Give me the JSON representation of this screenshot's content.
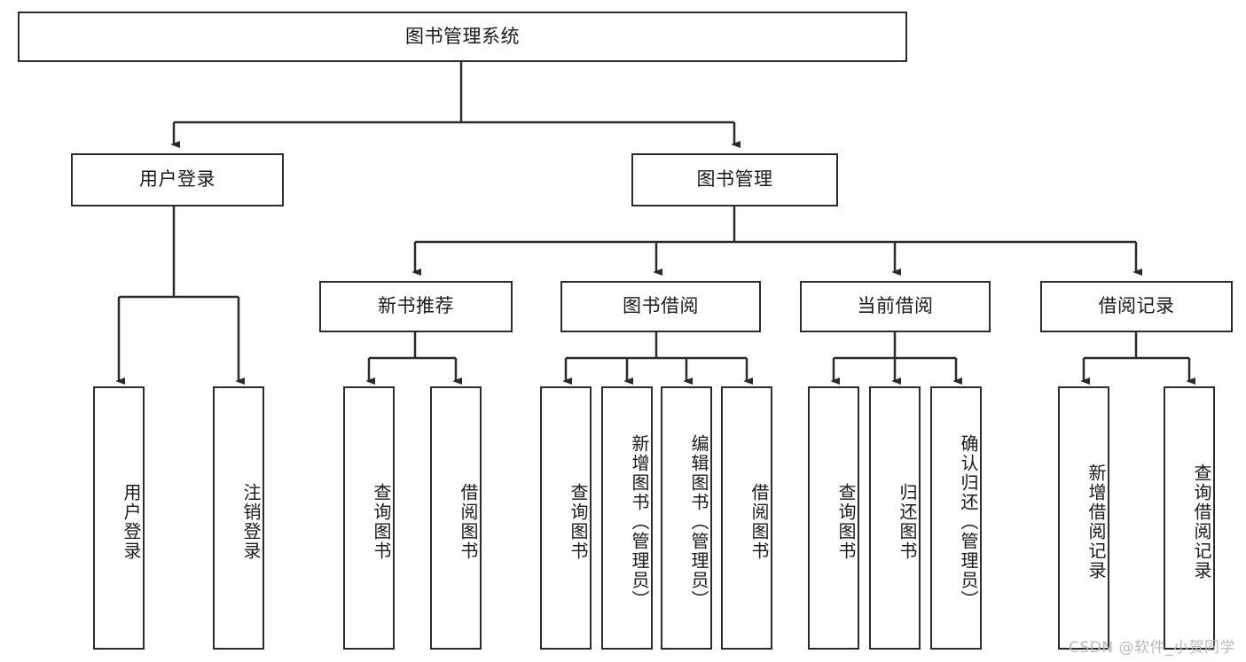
{
  "diagram": {
    "type": "tree",
    "title": "图书管理系统",
    "watermark": "CSDN @软件_小贺同学",
    "colors": {
      "background": "#ffffff",
      "node_border": "#2b2b2b",
      "node_fill": "#ffffff",
      "edge": "#2b2b2b",
      "text": "#1a1a1a",
      "watermark": "#b9b9b9"
    },
    "nodes": {
      "root": {
        "label": "图书管理系统",
        "orientation": "horizontal"
      },
      "level2": [
        {
          "id": "user-login",
          "label": "用户登录",
          "orientation": "horizontal"
        },
        {
          "id": "book-management",
          "label": "图书管理",
          "orientation": "horizontal"
        }
      ],
      "level3": [
        {
          "id": "new-book-recommend",
          "label": "新书推荐",
          "orientation": "horizontal",
          "parent": "book-management"
        },
        {
          "id": "book-borrow",
          "label": "图书借阅",
          "orientation": "horizontal",
          "parent": "book-management"
        },
        {
          "id": "current-borrow",
          "label": "当前借阅",
          "orientation": "horizontal",
          "parent": "book-management"
        },
        {
          "id": "borrow-record",
          "label": "借阅记录",
          "orientation": "horizontal",
          "parent": "book-management"
        }
      ],
      "leaves": [
        {
          "id": "leaf-user-login",
          "label": "用户登录",
          "orientation": "vertical",
          "parent": "user-login"
        },
        {
          "id": "leaf-logout",
          "label": "注销登录",
          "orientation": "vertical",
          "parent": "user-login"
        },
        {
          "id": "leaf-query-book-1",
          "label": "查询图书",
          "orientation": "vertical",
          "parent": "new-book-recommend"
        },
        {
          "id": "leaf-borrow-book-1",
          "label": "借阅图书",
          "orientation": "vertical",
          "parent": "new-book-recommend"
        },
        {
          "id": "leaf-query-book-2",
          "label": "查询图书",
          "orientation": "vertical",
          "parent": "book-borrow"
        },
        {
          "id": "leaf-add-book",
          "label": "新增图书（管理员）",
          "orientation": "vertical",
          "parent": "book-borrow"
        },
        {
          "id": "leaf-edit-book",
          "label": "编辑图书（管理员）",
          "orientation": "vertical",
          "parent": "book-borrow"
        },
        {
          "id": "leaf-borrow-book-2",
          "label": "借阅图书",
          "orientation": "vertical",
          "parent": "book-borrow"
        },
        {
          "id": "leaf-query-book-3",
          "label": "查询图书",
          "orientation": "vertical",
          "parent": "current-borrow"
        },
        {
          "id": "leaf-return-book",
          "label": "归还图书",
          "orientation": "vertical",
          "parent": "current-borrow"
        },
        {
          "id": "leaf-confirm-return",
          "label": "确认归还（管理员）",
          "orientation": "vertical",
          "parent": "current-borrow"
        },
        {
          "id": "leaf-add-record",
          "label": "新增借阅记录",
          "orientation": "vertical",
          "parent": "borrow-record"
        },
        {
          "id": "leaf-query-record",
          "label": "查询借阅记录",
          "orientation": "vertical",
          "parent": "borrow-record"
        }
      ]
    }
  }
}
